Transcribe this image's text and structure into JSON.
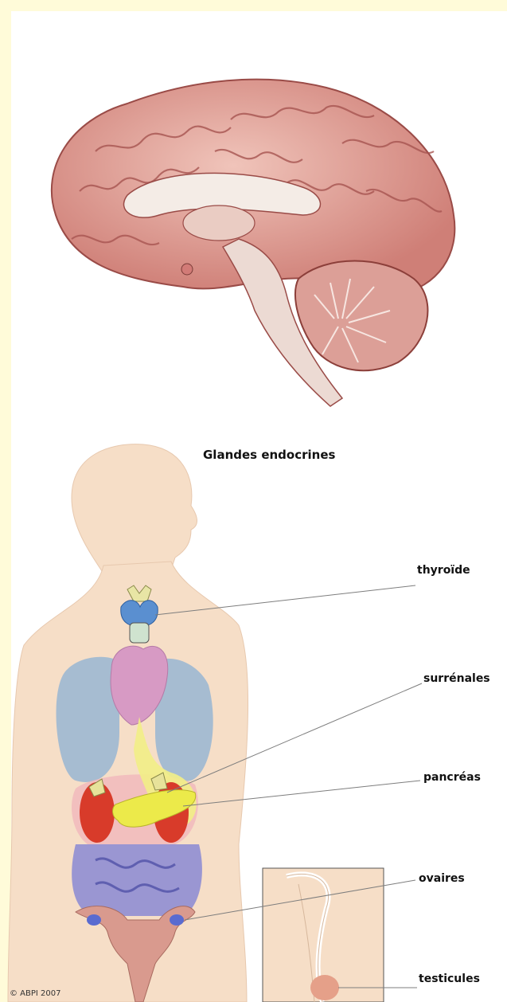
{
  "diagram": {
    "title": "Glandes endocrines",
    "labels": {
      "thyroid": "thyroïde",
      "adrenals": "surrénales",
      "pancreas": "pancréas",
      "ovaries": "ovaires",
      "testes": "testicules"
    },
    "copyright": "© ABPI 2007"
  },
  "colors": {
    "background_edge": "#fffbd9",
    "skin": "#f6dec7",
    "brain": "#e3a39b",
    "lungs": "#9db8d1",
    "heart": "#d79ac4",
    "pancreas": "#ecea4a",
    "kidney": "#d83b2a",
    "intestine": "#8a8ad3",
    "uterus": "#d99a8e",
    "thyroid": "#5a8fd0"
  }
}
